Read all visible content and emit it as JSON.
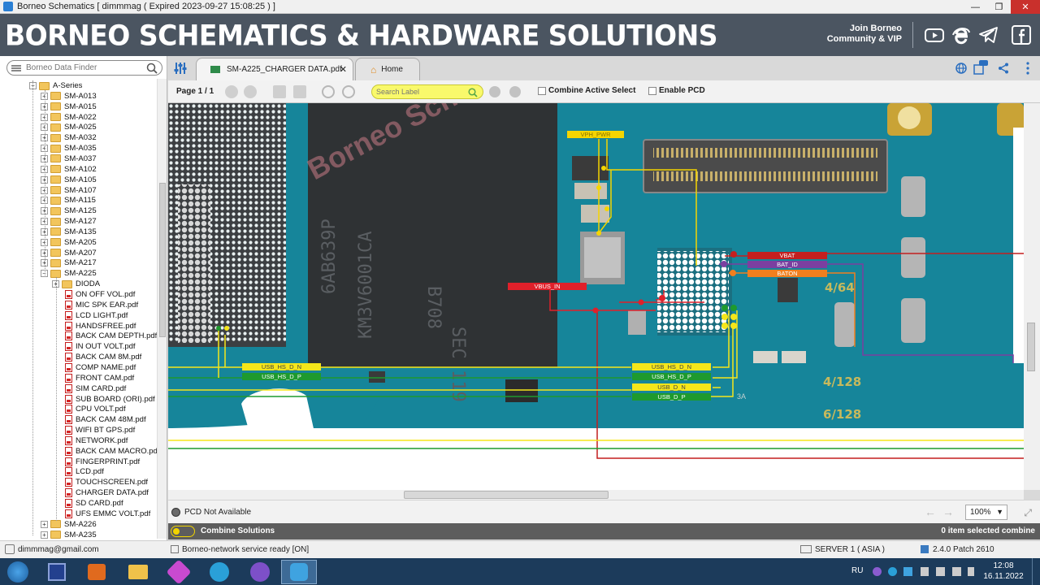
{
  "window": {
    "title": "Borneo Schematics [ dimmmag ( Expired 2023-09-27 15:08:25 ) ]",
    "minimize": "—",
    "maximize": "❐",
    "close": "✕"
  },
  "header": {
    "brand": "BORNEO SCHEMATICS & HARDWARE SOLUTIONS",
    "join_line1": "Join Borneo",
    "join_line2": "Community & VIP",
    "social_icons": [
      "youtube-icon",
      "browser-icon",
      "telegram-icon",
      "facebook-icon"
    ]
  },
  "sidebar": {
    "search_placeholder": "Borneo Data Finder",
    "tree": [
      {
        "label": "A-Series",
        "type": "folder",
        "level": 0
      },
      {
        "label": "SM-A013",
        "type": "folder",
        "level": 1
      },
      {
        "label": "SM-A015",
        "type": "folder",
        "level": 1
      },
      {
        "label": "SM-A022",
        "type": "folder",
        "level": 1
      },
      {
        "label": "SM-A025",
        "type": "folder",
        "level": 1
      },
      {
        "label": "SM-A032",
        "type": "folder",
        "level": 1
      },
      {
        "label": "SM-A035",
        "type": "folder",
        "level": 1
      },
      {
        "label": "SM-A037",
        "type": "folder",
        "level": 1
      },
      {
        "label": "SM-A102",
        "type": "folder",
        "level": 1
      },
      {
        "label": "SM-A105",
        "type": "folder",
        "level": 1
      },
      {
        "label": "SM-A107",
        "type": "folder",
        "level": 1
      },
      {
        "label": "SM-A115",
        "type": "folder",
        "level": 1
      },
      {
        "label": "SM-A125",
        "type": "folder",
        "level": 1
      },
      {
        "label": "SM-A127",
        "type": "folder",
        "level": 1
      },
      {
        "label": "SM-A135",
        "type": "folder",
        "level": 1
      },
      {
        "label": "SM-A205",
        "type": "folder",
        "level": 1
      },
      {
        "label": "SM-A207",
        "type": "folder",
        "level": 1
      },
      {
        "label": "SM-A217",
        "type": "folder",
        "level": 1
      },
      {
        "label": "SM-A225",
        "type": "folder",
        "level": 1,
        "expanded": true
      },
      {
        "label": "DIODA",
        "type": "folder",
        "level": 2
      },
      {
        "label": "ON OFF VOL.pdf",
        "type": "pdf",
        "level": 2
      },
      {
        "label": "MIC SPK EAR.pdf",
        "type": "pdf",
        "level": 2
      },
      {
        "label": "LCD LIGHT.pdf",
        "type": "pdf",
        "level": 2
      },
      {
        "label": "HANDSFREE.pdf",
        "type": "pdf",
        "level": 2
      },
      {
        "label": "BACK CAM DEPTH.pdf",
        "type": "pdf",
        "level": 2
      },
      {
        "label": "IN OUT VOLT.pdf",
        "type": "pdf",
        "level": 2
      },
      {
        "label": "BACK CAM 8M.pdf",
        "type": "pdf",
        "level": 2
      },
      {
        "label": "COMP NAME.pdf",
        "type": "pdf",
        "level": 2
      },
      {
        "label": "FRONT CAM.pdf",
        "type": "pdf",
        "level": 2
      },
      {
        "label": "SIM CARD.pdf",
        "type": "pdf",
        "level": 2
      },
      {
        "label": "SUB BOARD (ORI).pdf",
        "type": "pdf",
        "level": 2
      },
      {
        "label": "CPU VOLT.pdf",
        "type": "pdf",
        "level": 2
      },
      {
        "label": "BACK CAM 48M.pdf",
        "type": "pdf",
        "level": 2
      },
      {
        "label": "WIFI BT GPS.pdf",
        "type": "pdf",
        "level": 2
      },
      {
        "label": "NETWORK.pdf",
        "type": "pdf",
        "level": 2
      },
      {
        "label": "BACK CAM MACRO.pdf",
        "type": "pdf",
        "level": 2
      },
      {
        "label": "FINGERPRINT.pdf",
        "type": "pdf",
        "level": 2
      },
      {
        "label": "LCD.pdf",
        "type": "pdf",
        "level": 2
      },
      {
        "label": "TOUCHSCREEN.pdf",
        "type": "pdf",
        "level": 2
      },
      {
        "label": "CHARGER DATA.pdf",
        "type": "pdf",
        "level": 2
      },
      {
        "label": "SD CARD.pdf",
        "type": "pdf",
        "level": 2
      },
      {
        "label": "UFS EMMC VOLT.pdf",
        "type": "pdf",
        "level": 2
      },
      {
        "label": "SM-A226",
        "type": "folder",
        "level": 1
      },
      {
        "label": "SM-A235",
        "type": "folder",
        "level": 1
      }
    ]
  },
  "tabs": {
    "active_label": "SM-A225_CHARGER DATA.pdf",
    "active_close": "✕",
    "home_label": "Home"
  },
  "toolbar": {
    "page": "Page 1 / 1",
    "search_label_placeholder": "Search Label",
    "combine_active_select": "Combine Active Select",
    "enable_pcd": "Enable PCD"
  },
  "board": {
    "chip_marking": [
      "KM3V6001CA",
      "SEC 119",
      "B708",
      "6AB639P"
    ],
    "watermark": "Borneo Schematics",
    "net_labels": {
      "vph_pwr": "VPH_PWR",
      "vbat": "VBAT",
      "bat_id": "BAT_ID",
      "baton": "BATON",
      "vbus_in": "VBUS_IN",
      "usb_hs_d_n_left": "USB_HS_D_N",
      "usb_hs_d_p_left": "USB_HS_D_P",
      "usb_hs_d_n_right": "USB_HS_D_N",
      "usb_hs_d_p_right": "USB_HS_D_P",
      "usb_d_n": "USB_D_N",
      "usb_d_p": "USB_D_P"
    },
    "silk": [
      "4/64",
      "4/128",
      "6/128",
      "3A"
    ],
    "colors": {
      "vph_pwr": "#f5d500",
      "vbat": "#c41f1f",
      "bat_id": "#7b3fa0",
      "baton": "#f07f1e",
      "vbus_in": "#e0202a",
      "usb_n": "#f5e61a",
      "usb_p": "#1e9a2e"
    }
  },
  "bottom": {
    "pcd_status": "PCD Not Available",
    "zoom": "100%",
    "combine_solutions": "Combine Solutions",
    "selected": "0 item selected combine"
  },
  "status": {
    "user": "dimmmag@gmail.com",
    "service": "Borneo-network service ready [ON]",
    "server": "SERVER 1 ( ASIA )",
    "version": "2.4.0 Patch 2610"
  },
  "taskbar": {
    "lang": "RU",
    "time": "12:08",
    "date": "16.11.2022"
  }
}
